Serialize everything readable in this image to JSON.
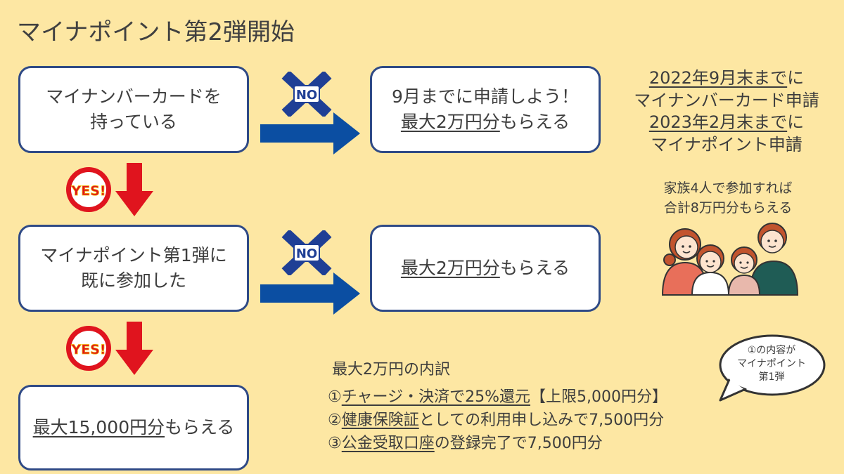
{
  "title": "マイナポイント第2弾開始",
  "flow": {
    "step1": [
      "マイナンバーカードを",
      "持っている"
    ],
    "step1_no_result": {
      "line1": "9月までに申請しよう！",
      "line2_u": "最大2万円分",
      "line2_rest": "もらえる"
    },
    "step2": [
      "マイナポイント第1弾に",
      "既に参加した"
    ],
    "step2_no_result": {
      "u": "最大2万円分",
      "rest": "もらえる"
    },
    "final": {
      "u": "最大15,000円分",
      "rest": "もらえる"
    },
    "yes_badge": "YES!",
    "no_badge": "NO"
  },
  "deadline": {
    "l1_u": "2022年9月末まで",
    "l1_rest": "に",
    "l2": "マイナンバーカード申請",
    "l3_u": "2023年2月末まで",
    "l3_rest": "に",
    "l4": "マイナポイント申請"
  },
  "family": [
    "家族4人で参加すれば",
    "合計8万円分もらえる"
  ],
  "breakdown": {
    "heading": "最大2万円の内訳",
    "item1": {
      "num": "①",
      "u": "チャージ・決済で25%還元",
      "rest": "【上限5,000円分】"
    },
    "item2": {
      "num": "②",
      "u": "健康保険証",
      "rest": "としての利用申し込みで7,500円分"
    },
    "item3": {
      "num": "③",
      "u": "公金受取口座",
      "rest": "の登録完了で7,500円分"
    }
  },
  "bubble": [
    "①の内容が",
    "マイナポイント",
    "第1弾"
  ],
  "colors": {
    "background": "#fde7a3",
    "box_border": "#2f4a86",
    "arrow_blue": "#0b4ea2",
    "arrow_red": "#e0141e"
  }
}
